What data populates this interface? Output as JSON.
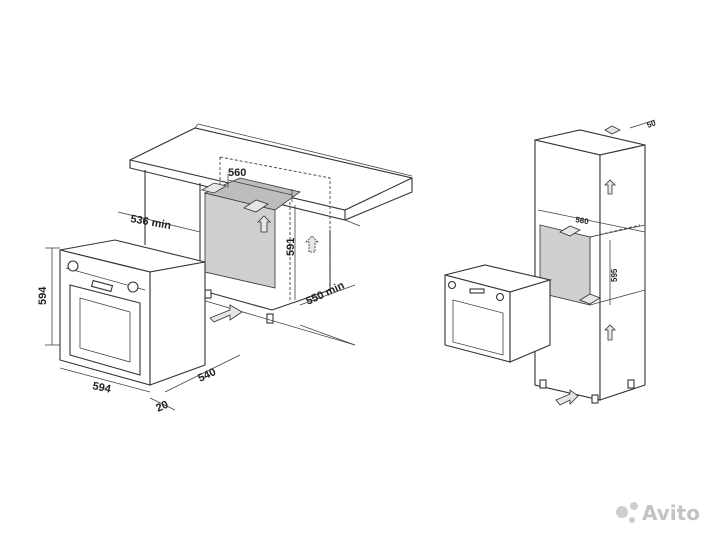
{
  "left_drawing": {
    "dims": {
      "cutout_width": "560",
      "depth_min": "536 min",
      "cutout_height": "591",
      "cabinet_depth_min": "550 min",
      "oven_height": "594",
      "oven_width": "594",
      "oven_depth": "540",
      "front_thickness": "20"
    }
  },
  "right_drawing": {
    "dims": {
      "top_gap": "50",
      "cutout_width": "560",
      "cutout_height": "595"
    }
  },
  "watermark": {
    "text": "Avito"
  }
}
